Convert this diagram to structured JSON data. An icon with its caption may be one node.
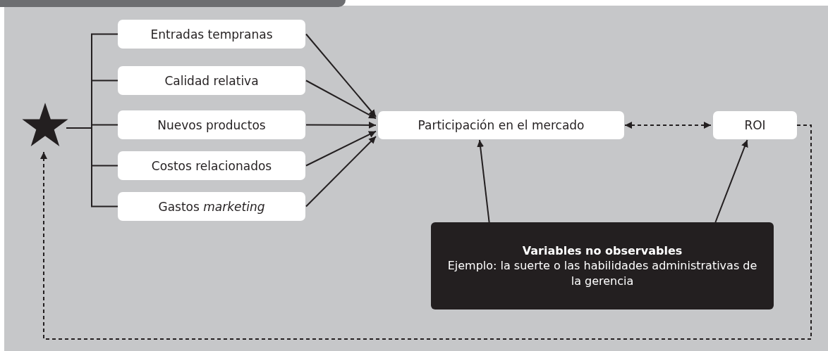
{
  "diagram": {
    "nodes": [
      {
        "text": [],
        "shape": "star"
      },
      {
        "text": [
          "Entradas tempranas"
        ]
      },
      {
        "text": [
          "Calidad relativa"
        ]
      },
      {
        "text": [
          "Nuevos productos"
        ]
      },
      {
        "text": [
          "Costos relacionados"
        ]
      },
      {
        "text": [
          "Gastos *marketing*"
        ]
      },
      {
        "text": [
          "Participación en el mercado"
        ]
      },
      {
        "text": [
          "ROI"
        ]
      },
      {
        "text": [
          "Variables no observables",
          "Ejemplo: la suerte o las habilidades administrativas de la gerencia"
        ]
      }
    ],
    "edges": [
      {
        "from": 0,
        "to": 1,
        "arrow": "none"
      },
      {
        "from": 0,
        "to": 2,
        "arrow": "none"
      },
      {
        "from": 0,
        "to": 3,
        "arrow": "none"
      },
      {
        "from": 0,
        "to": 4,
        "arrow": "none"
      },
      {
        "from": 0,
        "to": 5,
        "arrow": "none"
      },
      {
        "from": 1,
        "to": 6,
        "arrow": "to"
      },
      {
        "from": 2,
        "to": 6,
        "arrow": "to"
      },
      {
        "from": 3,
        "to": 6,
        "arrow": "to"
      },
      {
        "from": 4,
        "to": 6,
        "arrow": "to"
      },
      {
        "from": 5,
        "to": 6,
        "arrow": "to"
      },
      {
        "from": 6,
        "to": 7,
        "arrow": "both",
        "style": "dashed"
      },
      {
        "from": 8,
        "to": 6,
        "arrow": "to"
      },
      {
        "from": 8,
        "to": 7,
        "arrow": "to"
      },
      {
        "from": 7,
        "to": 0,
        "arrow": "to",
        "style": "dashed"
      }
    ]
  }
}
